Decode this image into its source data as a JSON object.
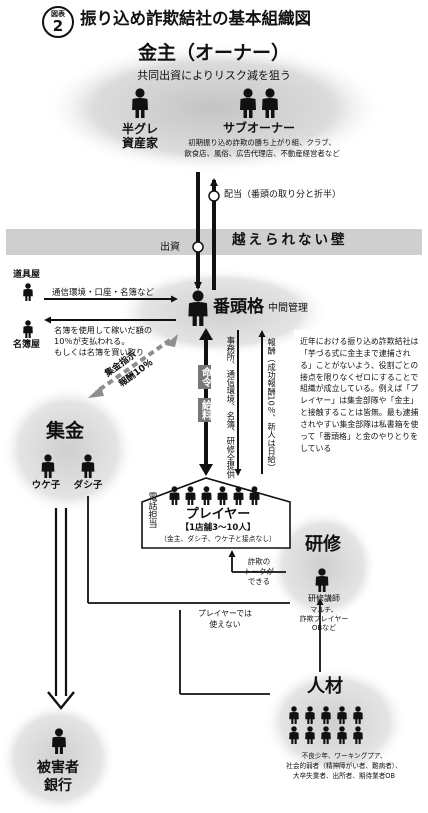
{
  "figure": {
    "label_top": "図表",
    "number": "2",
    "title": "振り込め詐欺結社の基本組織図"
  },
  "owner": {
    "heading": "金主（オーナー）",
    "subtitle": "共同出資によりリスク減を狙う",
    "han_gure_label": "半グレ\n資産家",
    "sub_owner_label": "サブオーナー",
    "sub_owner_desc": "初期振り込め詐欺の勝ち上がり組、クラブ、\n飲食店、風俗、広告代理店、不動産経営者など"
  },
  "links": {
    "dividend": "配当（番頭の取り分と折半）",
    "investment": "出資",
    "wall": "越えられない壁",
    "tools_flow": "通信環境・口座・名簿など",
    "list_fee": "名簿を使用して稼いだ額の\n10％が支払われる。\nもしくは名簿を買い取り",
    "collect_command": "集金指示",
    "collect_fee": "報酬10％",
    "training_skill": "詐欺の\nトークが\nできる",
    "player_unusable": "プレイヤーでは\n使えない"
  },
  "supplier": {
    "tools_shop": "道具屋",
    "list_shop": "名簿屋"
  },
  "bantou": {
    "name": "番頭格",
    "role": "中間管理",
    "office_provision": "事務所、通信環境、名簿、研修全提供",
    "reward": "報酬（成功報酬10％、新人は日給）",
    "command": "命令",
    "salary": "給料"
  },
  "note": {
    "text": "近年における振り込め詐欺結社は「芋づる式に金主まで逮捕される」ことがないよう、役割ごとの接点を限りなくゼロにすることで組織が成立している。例えば「プレイヤー」は集金部隊や「金主」と接触することは皆無。最も逮捕されやすい集金部隊は私書箱を使って「番頭格」と金のやりとりをしている"
  },
  "collection": {
    "heading": "集金",
    "ukeko": "ウケ子",
    "dashiko": "ダシ子"
  },
  "players": {
    "phone_label": "電話担当",
    "heading": "プレイヤー",
    "capacity": "【1店舗3〜10人】",
    "note": "（金主、ダシ子、ウケ子と接点なし）"
  },
  "training": {
    "heading": "研修",
    "instructor": "研修講師",
    "instructor_desc": "マルチ、\n詐欺プレイヤー\nOBなど"
  },
  "talent": {
    "heading": "人材",
    "desc": "不良少年、ワーキングプア、\n社会的弱者（精神障がい者、難病者）、\n大卒失業者、出所者、期待業者OB"
  },
  "victim": {
    "heading": "被害者\n銀行"
  },
  "colors": {
    "ink": "#111111",
    "cloud": "#d6d6d6",
    "cloud_light": "#e9e9e9",
    "accent_gray": "#8e8e8e"
  }
}
